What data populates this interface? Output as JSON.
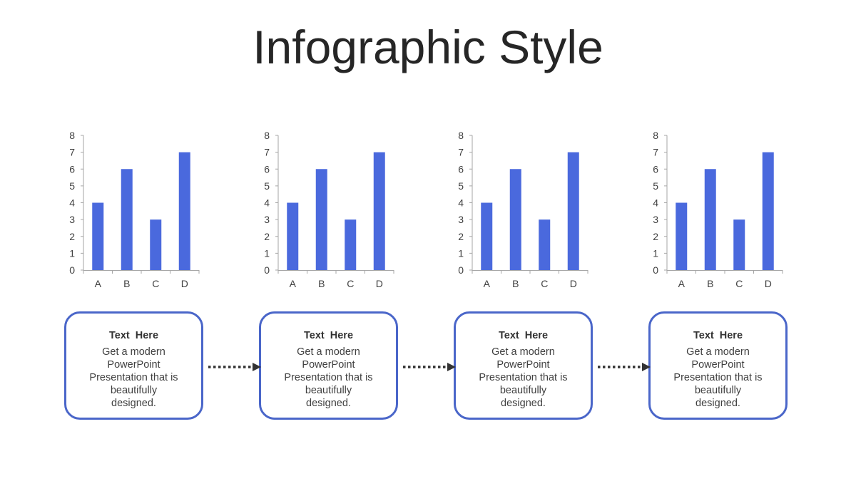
{
  "title": "Infographic Style",
  "accent_color": "#4a69dd",
  "chart_data": [
    {
      "type": "bar",
      "categories": [
        "A",
        "B",
        "C",
        "D"
      ],
      "values": [
        4,
        6,
        3,
        7
      ],
      "ylim": [
        0,
        8
      ],
      "yticks": [
        0,
        1,
        2,
        3,
        4,
        5,
        6,
        7,
        8
      ]
    },
    {
      "type": "bar",
      "categories": [
        "A",
        "B",
        "C",
        "D"
      ],
      "values": [
        4,
        6,
        3,
        7
      ],
      "ylim": [
        0,
        8
      ],
      "yticks": [
        0,
        1,
        2,
        3,
        4,
        5,
        6,
        7,
        8
      ]
    },
    {
      "type": "bar",
      "categories": [
        "A",
        "B",
        "C",
        "D"
      ],
      "values": [
        4,
        6,
        3,
        7
      ],
      "ylim": [
        0,
        8
      ],
      "yticks": [
        0,
        1,
        2,
        3,
        4,
        5,
        6,
        7,
        8
      ]
    },
    {
      "type": "bar",
      "categories": [
        "A",
        "B",
        "C",
        "D"
      ],
      "values": [
        4,
        6,
        3,
        7
      ],
      "ylim": [
        0,
        8
      ],
      "yticks": [
        0,
        1,
        2,
        3,
        4,
        5,
        6,
        7,
        8
      ]
    }
  ],
  "boxes": [
    {
      "heading": "Text  Here",
      "body": "Get a modern PowerPoint Presentation that is beautifully designed."
    },
    {
      "heading": "Text  Here",
      "body": "Get a modern PowerPoint Presentation that is beautifully designed."
    },
    {
      "heading": "Text  Here",
      "body": "Get a modern PowerPoint Presentation that is beautifully designed."
    },
    {
      "heading": "Text  Here",
      "body": "Get a modern PowerPoint Presentation that is beautifully designed."
    }
  ]
}
